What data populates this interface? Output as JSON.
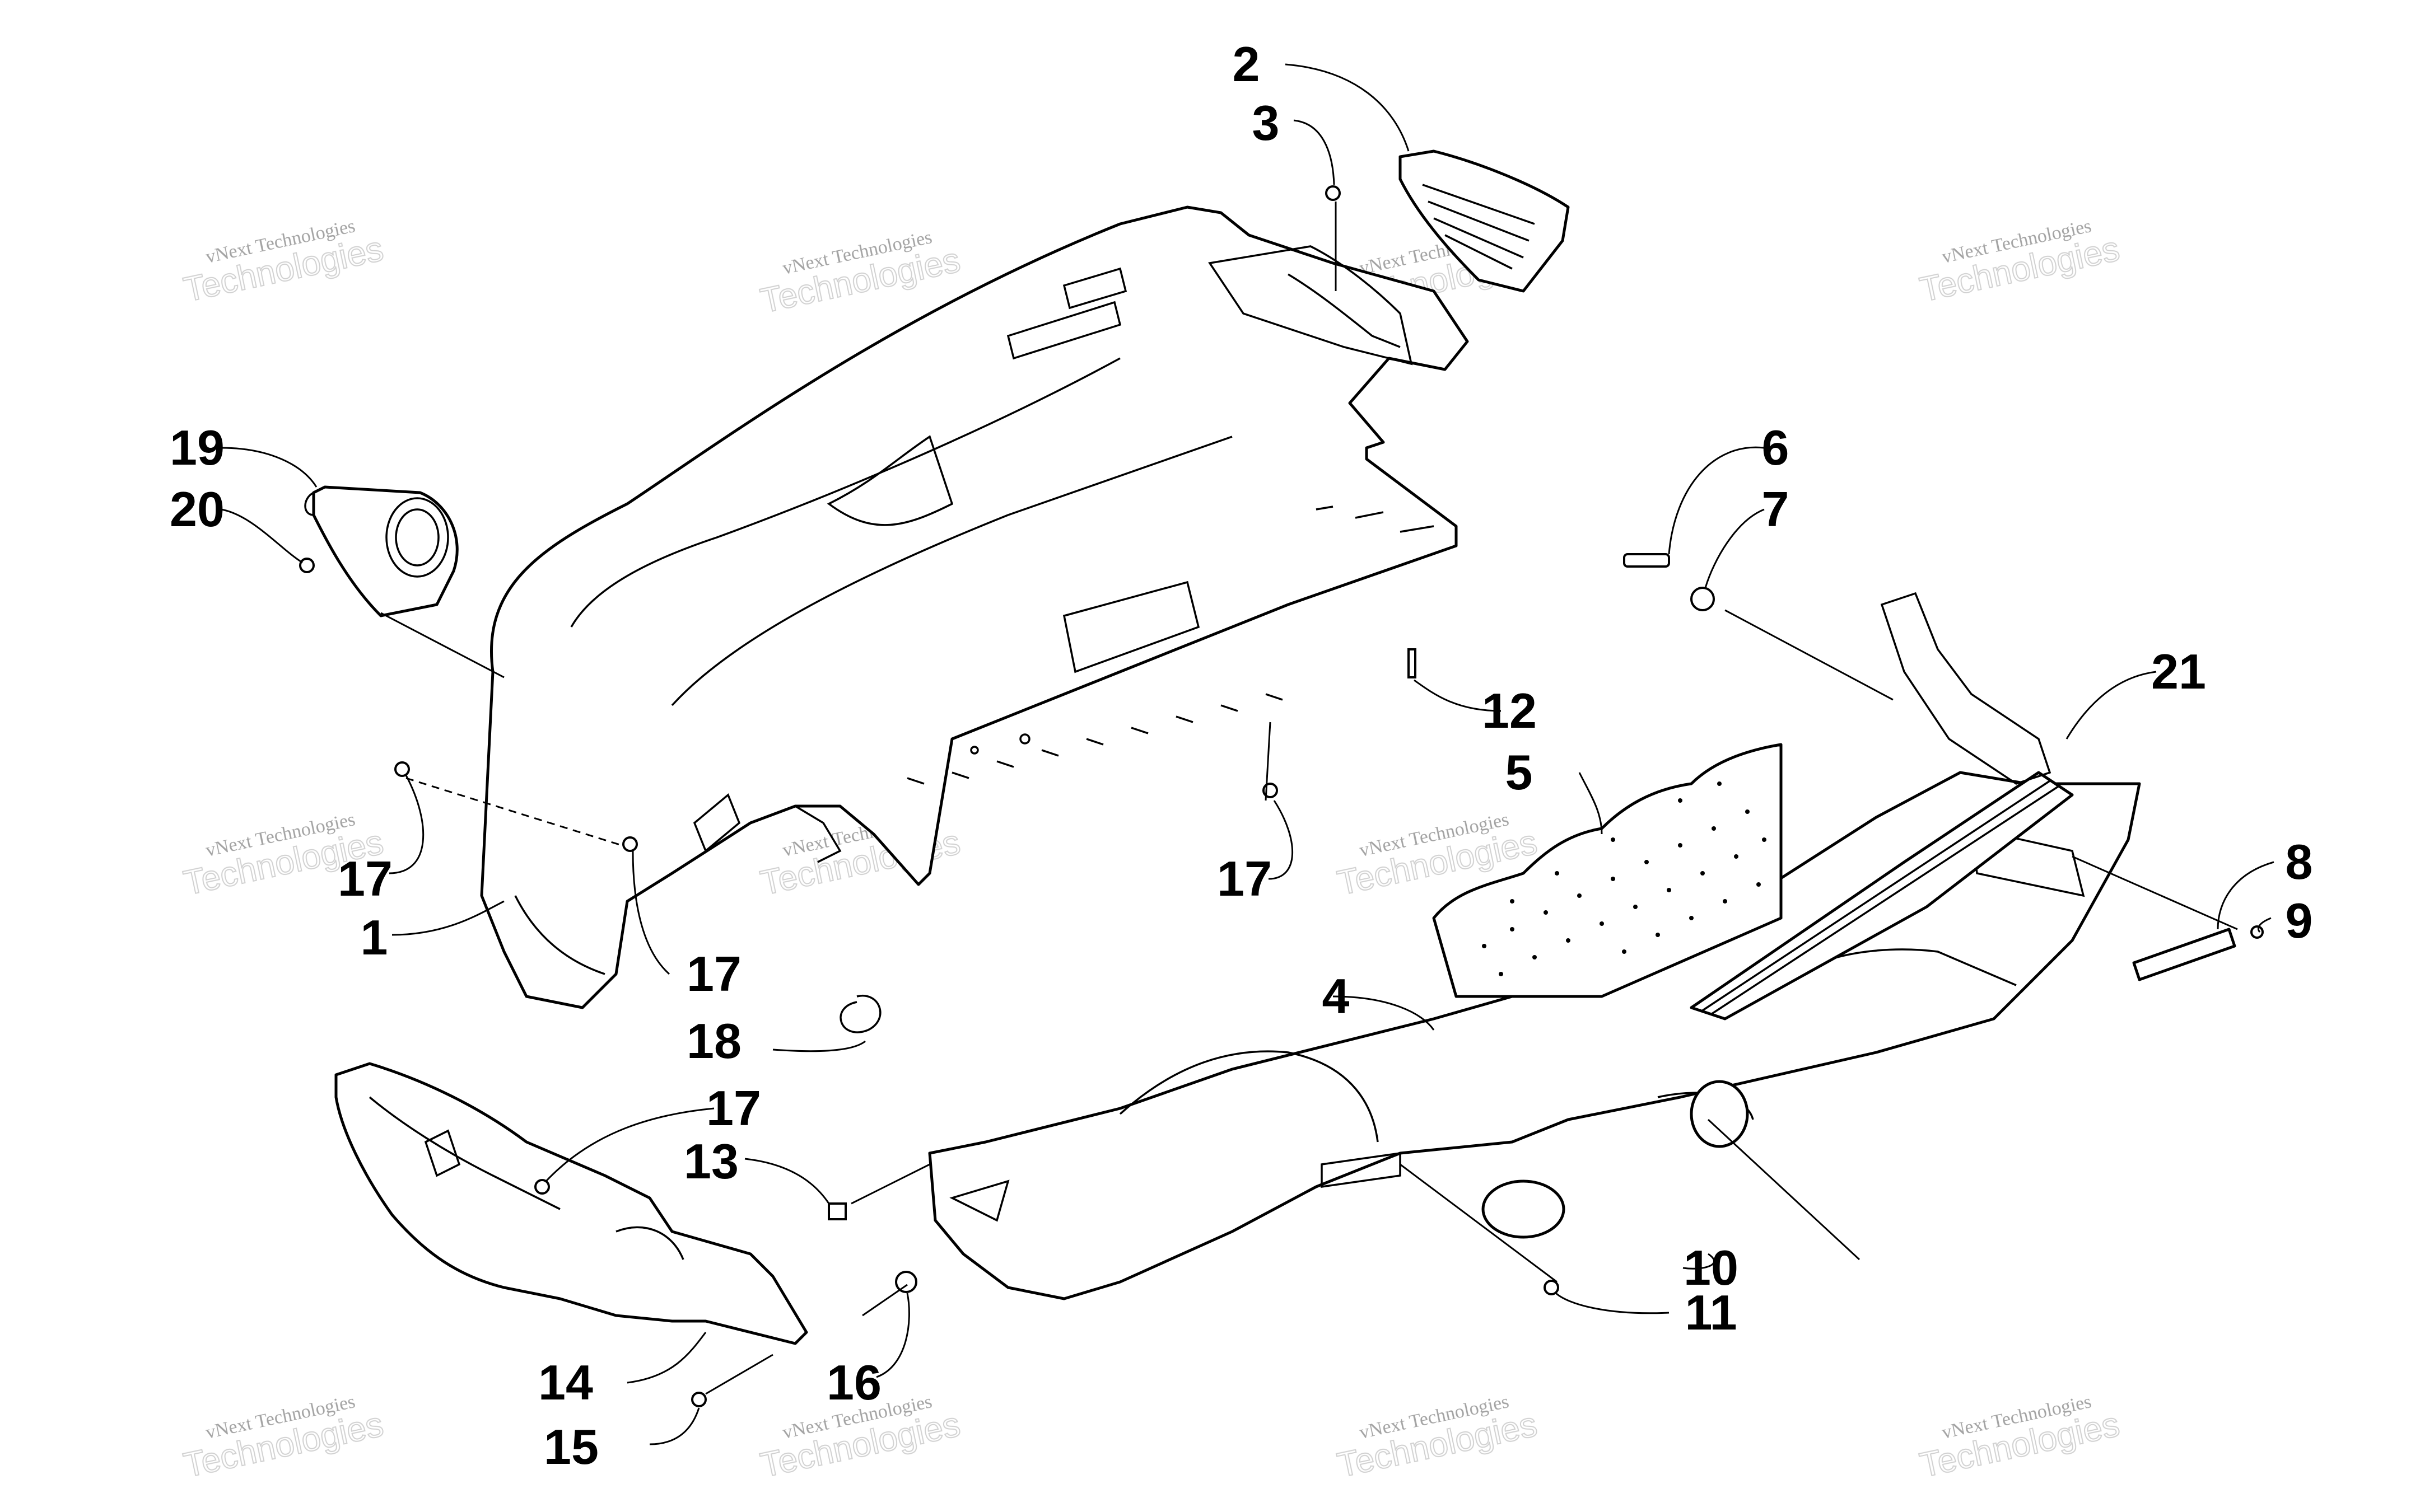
{
  "diagram": {
    "callouts": [
      {
        "id": "c2",
        "label": "2"
      },
      {
        "id": "c3",
        "label": "3"
      },
      {
        "id": "c19",
        "label": "19"
      },
      {
        "id": "c20",
        "label": "20"
      },
      {
        "id": "c6",
        "label": "6"
      },
      {
        "id": "c7",
        "label": "7"
      },
      {
        "id": "c21",
        "label": "21"
      },
      {
        "id": "c12",
        "label": "12"
      },
      {
        "id": "c5",
        "label": "5"
      },
      {
        "id": "c17a",
        "label": "17"
      },
      {
        "id": "c17b",
        "label": "17"
      },
      {
        "id": "c17c",
        "label": "17"
      },
      {
        "id": "c17d",
        "label": "17"
      },
      {
        "id": "c1",
        "label": "1"
      },
      {
        "id": "c8",
        "label": "8"
      },
      {
        "id": "c9",
        "label": "9"
      },
      {
        "id": "c4",
        "label": "4"
      },
      {
        "id": "c18",
        "label": "18"
      },
      {
        "id": "c13",
        "label": "13"
      },
      {
        "id": "c10",
        "label": "10"
      },
      {
        "id": "c11",
        "label": "11"
      },
      {
        "id": "c14",
        "label": "14"
      },
      {
        "id": "c16",
        "label": "16"
      },
      {
        "id": "c15",
        "label": "15"
      }
    ],
    "watermark": {
      "line1": "vNext Technologies",
      "line2": "Technologies"
    }
  }
}
